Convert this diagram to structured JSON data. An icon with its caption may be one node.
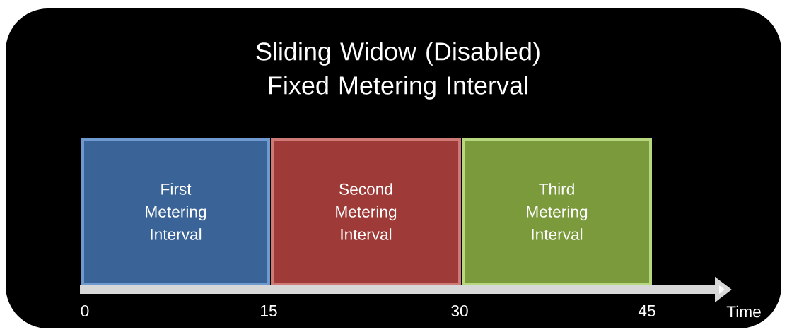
{
  "diagram": {
    "title": "Sliding Widow (Disabled) Fixed Metering Interval",
    "nodes": [
      {
        "text": [
          "First Metering Interval"
        ]
      },
      {
        "text": [
          "Second Metering Interval"
        ]
      },
      {
        "text": [
          "Third Metering Interval"
        ]
      }
    ],
    "edges": [],
    "labels": [
      "0",
      "15",
      "30",
      "45",
      "Time"
    ]
  }
}
